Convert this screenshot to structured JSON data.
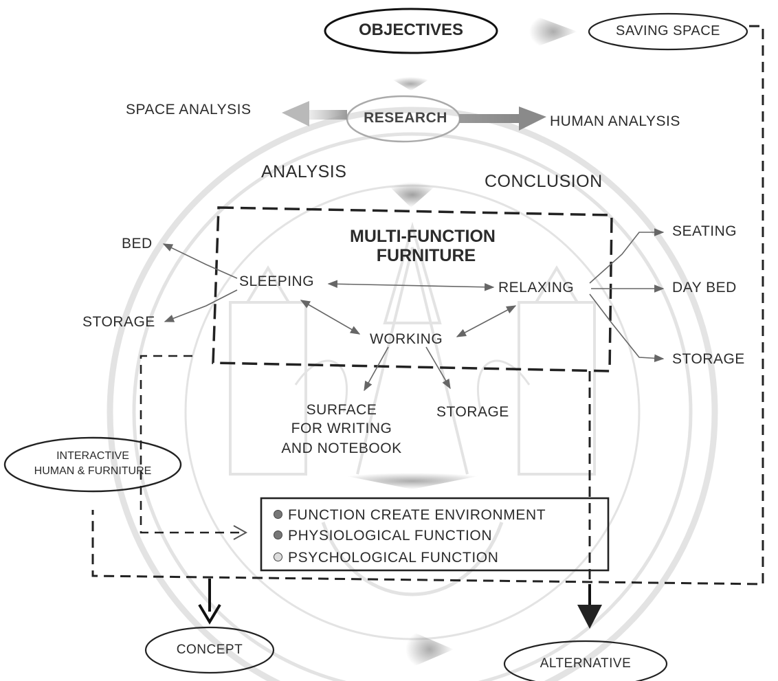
{
  "top": {
    "objectives": "OBJECTIVES",
    "saving_space": "SAVING SPACE"
  },
  "research": {
    "center": "RESEARCH",
    "left": "SPACE ANALYSIS",
    "right": "HUMAN ANALYSIS"
  },
  "stage_labels": {
    "analysis": "ANALYSIS",
    "conclusion": "CONCLUSION"
  },
  "core": {
    "title_line1": "MULTI-FUNCTION",
    "title_line2": "FURNITURE",
    "sleeping": "SLEEPING",
    "relaxing": "RELAXING",
    "working": "WORKING"
  },
  "sleeping_outputs": {
    "bed": "BED",
    "storage": "STORAGE"
  },
  "relaxing_outputs": {
    "seating": "SEATING",
    "day_bed": "DAY BED",
    "storage": "STORAGE"
  },
  "working_outputs": {
    "surface_line1": "SURFACE",
    "surface_line2": "FOR WRITING",
    "surface_line3": "AND NOTEBOOK",
    "storage": "STORAGE"
  },
  "interactive": {
    "line1": "INTERACTIVE",
    "line2": "HUMAN & FURNITURE"
  },
  "functions": [
    "FUNCTION CREATE ENVIRONMENT",
    "PHYSIOLOGICAL FUNCTION",
    "PSYCHOLOGICAL FUNCTION"
  ],
  "outcomes": {
    "concept": "CONCEPT",
    "alternative": "ALTERNATIVE"
  }
}
